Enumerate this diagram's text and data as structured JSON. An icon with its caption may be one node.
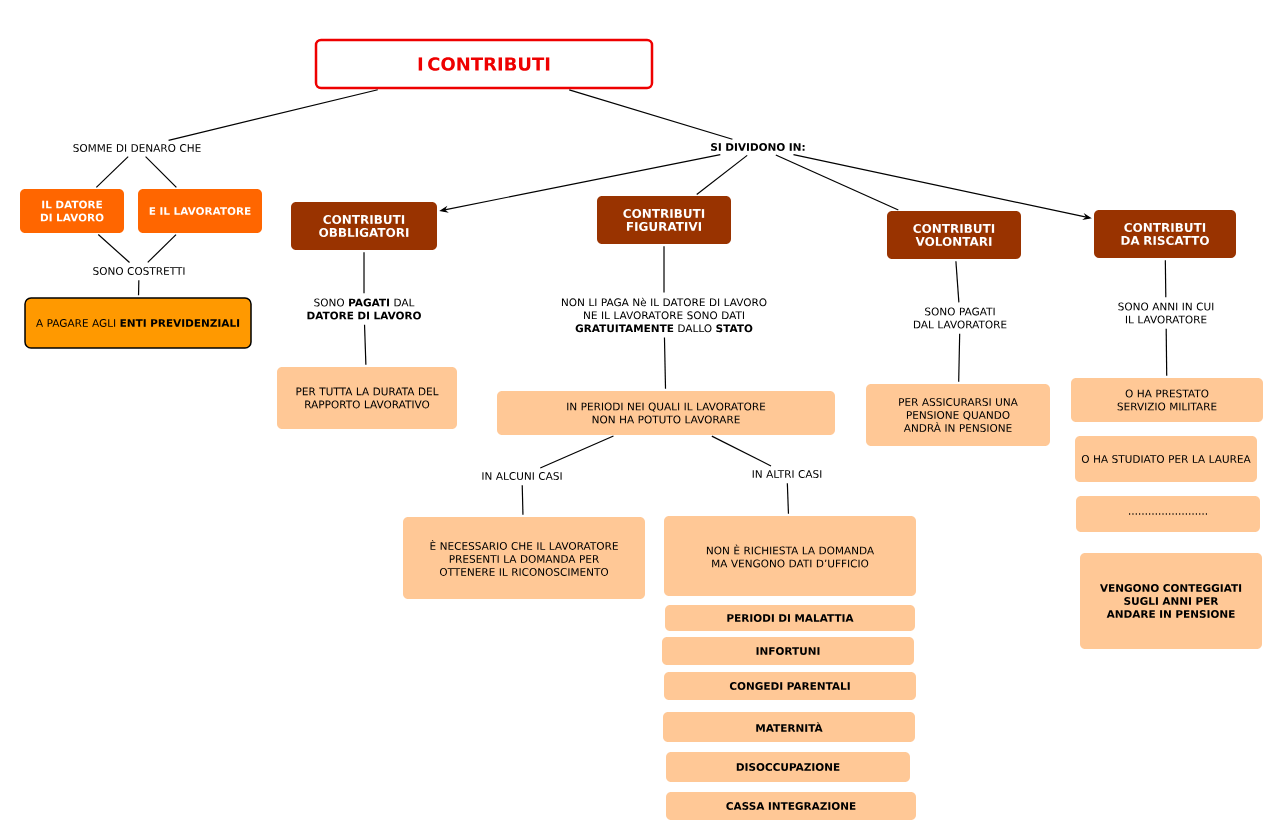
{
  "diagram": {
    "nodes": [
      {
        "text": [
          "I CONTRIBUTI"
        ]
      },
      {
        "text": [
          "SOMME DI DENARO CHE"
        ]
      },
      {
        "text": [
          "SI DIVIDONO IN:"
        ]
      },
      {
        "text": [
          "IL DATORE DI LAVORO"
        ]
      },
      {
        "text": [
          "E IL LAVORATORE"
        ]
      },
      {
        "text": [
          "SONO COSTRETTI"
        ]
      },
      {
        "text": [
          "A PAGARE AGLI **ENTI PREVIDENZIALI**"
        ]
      },
      {
        "text": [
          "CONTRIBUTI OBBLIGATORI"
        ]
      },
      {
        "text": [
          "CONTRIBUTI FIGURATIVI"
        ]
      },
      {
        "text": [
          "CONTRIBUTI VOLONTARI"
        ]
      },
      {
        "text": [
          "CONTRIBUTI DA RISCATTO"
        ]
      },
      {
        "text": [
          "SONO **PAGATI** DAL **DATORE DI LAVORO**"
        ]
      },
      {
        "text": [
          "PER TUTTA LA DURATA DEL RAPPORTO LAVORATIVO"
        ]
      },
      {
        "text": [
          "NON LI PAGA Nè IL DATORE DI LAVORO NE IL LAVORATORE SONO DATI **GRATUITAMENTE** DALLO **STATO**"
        ]
      },
      {
        "text": [
          "IN PERIODI NEI QUALI IL LAVORATORE NON HA POTUTO LAVORARE"
        ]
      },
      {
        "text": [
          "IN ALCUNI CASI"
        ]
      },
      {
        "text": [
          "IN ALTRI CASI"
        ]
      },
      {
        "text": [
          "È NECESSARIO CHE IL LAVORATORE PRESENTI LA DOMANDA PER OTTENERE IL RICONOSCIMENTO"
        ]
      },
      {
        "text": [
          "NON È RICHIESTA LA DOMANDA MA VENGONO DATI D’UFFICIO"
        ]
      },
      {
        "text": [
          "PERIODI DI MALATTIA"
        ]
      },
      {
        "text": [
          "INFORTUNI"
        ]
      },
      {
        "text": [
          "CONGEDI PARENTALI"
        ]
      },
      {
        "text": [
          "MATERNITÀ"
        ]
      },
      {
        "text": [
          "DISOCCUPAZIONE"
        ]
      },
      {
        "text": [
          "CASSA INTEGRAZIONE"
        ]
      },
      {
        "text": [
          "SONO PAGATI DAL LAVORATORE"
        ]
      },
      {
        "text": [
          "PER ASSICURARSI UNA PENSIONE QUANDO ANDRÀ IN PENSIONE"
        ]
      },
      {
        "text": [
          "SONO ANNI IN CUI IL LAVORATORE"
        ]
      },
      {
        "text": [
          "O HA PRESTATO SERVIZIO MILITARE"
        ]
      },
      {
        "text": [
          "O HA STUDIATO PER LA LAUREA"
        ]
      },
      {
        "text": [
          "........................"
        ]
      },
      {
        "text": [
          "VENGONO CONTEGGIATI SUGLI ANNI PER ANDARE IN PENSIONE"
        ]
      }
    ],
    "edges": [
      {
        "from": 0,
        "to": 1,
        "arrow": "none"
      },
      {
        "from": 0,
        "to": 2,
        "arrow": "none"
      },
      {
        "from": 1,
        "to": 3,
        "arrow": "none"
      },
      {
        "from": 1,
        "to": 4,
        "arrow": "none"
      },
      {
        "from": 3,
        "to": 5,
        "arrow": "none"
      },
      {
        "from": 4,
        "to": 5,
        "arrow": "none"
      },
      {
        "from": 5,
        "to": 6,
        "arrow": "none"
      },
      {
        "from": 2,
        "to": 7,
        "arrow": "to"
      },
      {
        "from": 2,
        "to": 8,
        "arrow": "none"
      },
      {
        "from": 2,
        "to": 9,
        "arrow": "none"
      },
      {
        "from": 2,
        "to": 10,
        "arrow": "to"
      },
      {
        "from": 7,
        "to": 11,
        "arrow": "none"
      },
      {
        "from": 11,
        "to": 12,
        "arrow": "none"
      },
      {
        "from": 8,
        "to": 13,
        "arrow": "none"
      },
      {
        "from": 13,
        "to": 14,
        "arrow": "none"
      },
      {
        "from": 14,
        "to": 15,
        "arrow": "none"
      },
      {
        "from": 14,
        "to": 16,
        "arrow": "none"
      },
      {
        "from": 15,
        "to": 17,
        "arrow": "none"
      },
      {
        "from": 16,
        "to": 18,
        "arrow": "none"
      },
      {
        "from": 9,
        "to": 25,
        "arrow": "none"
      },
      {
        "from": 25,
        "to": 26,
        "arrow": "none"
      },
      {
        "from": 10,
        "to": 27,
        "arrow": "none"
      },
      {
        "from": 27,
        "to": 28,
        "arrow": "none"
      }
    ]
  }
}
